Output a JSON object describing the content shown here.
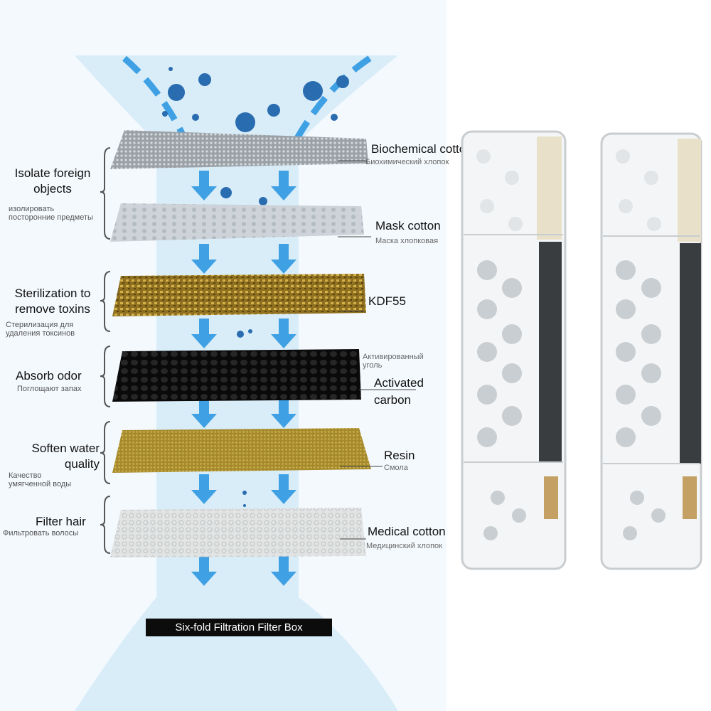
{
  "caption": "Six-fold Filtration Filter Box",
  "layers": [
    {
      "name_en": "Biochemical cotton",
      "name_ru": "Биохимический хлопок",
      "color": "#9aa2a8"
    },
    {
      "name_en": "Mask cotton",
      "name_ru": "Маска хлопковая",
      "color": "#c8ced4"
    },
    {
      "name_en": "KDF55",
      "name_ru": "",
      "color": "#9c7e24"
    },
    {
      "name_en": "Activated carbon",
      "name_ru": "Активированный уголь",
      "color": "#141414"
    },
    {
      "name_en": "Resin",
      "name_ru": "Смола",
      "color": "#a98e30"
    },
    {
      "name_en": "Medical cotton",
      "name_ru": "Медицинский хлопок",
      "color": "#d9dcdc"
    }
  ],
  "functions": [
    {
      "en_line1": "Isolate foreign",
      "en_line2": "objects",
      "ru_line1": "изолировать",
      "ru_line2": "посторонние предметы"
    },
    {
      "en_line1": "Sterilization to",
      "en_line2": "remove toxins",
      "ru_line1": "Стерилизация для",
      "ru_line2": "удаления токсинов"
    },
    {
      "en_line1": "Absorb odor",
      "ru_line1": "Поглощают запах"
    },
    {
      "en_line1": "Soften water",
      "en_line2": "quality",
      "ru_line1": "Качество",
      "ru_line2": "умягченной воды"
    },
    {
      "en_line1": "Filter hair",
      "ru_line1": "Фильтровать волосы"
    }
  ],
  "activated_carbon": {
    "line1": "Activated",
    "line2": "carbon",
    "ru_line1": "Активированный",
    "ru_line2": "уголь"
  },
  "colors": {
    "flow": "#cfe6f6",
    "arrow": "#3fa1e4",
    "particle": "#2a6cb0"
  }
}
